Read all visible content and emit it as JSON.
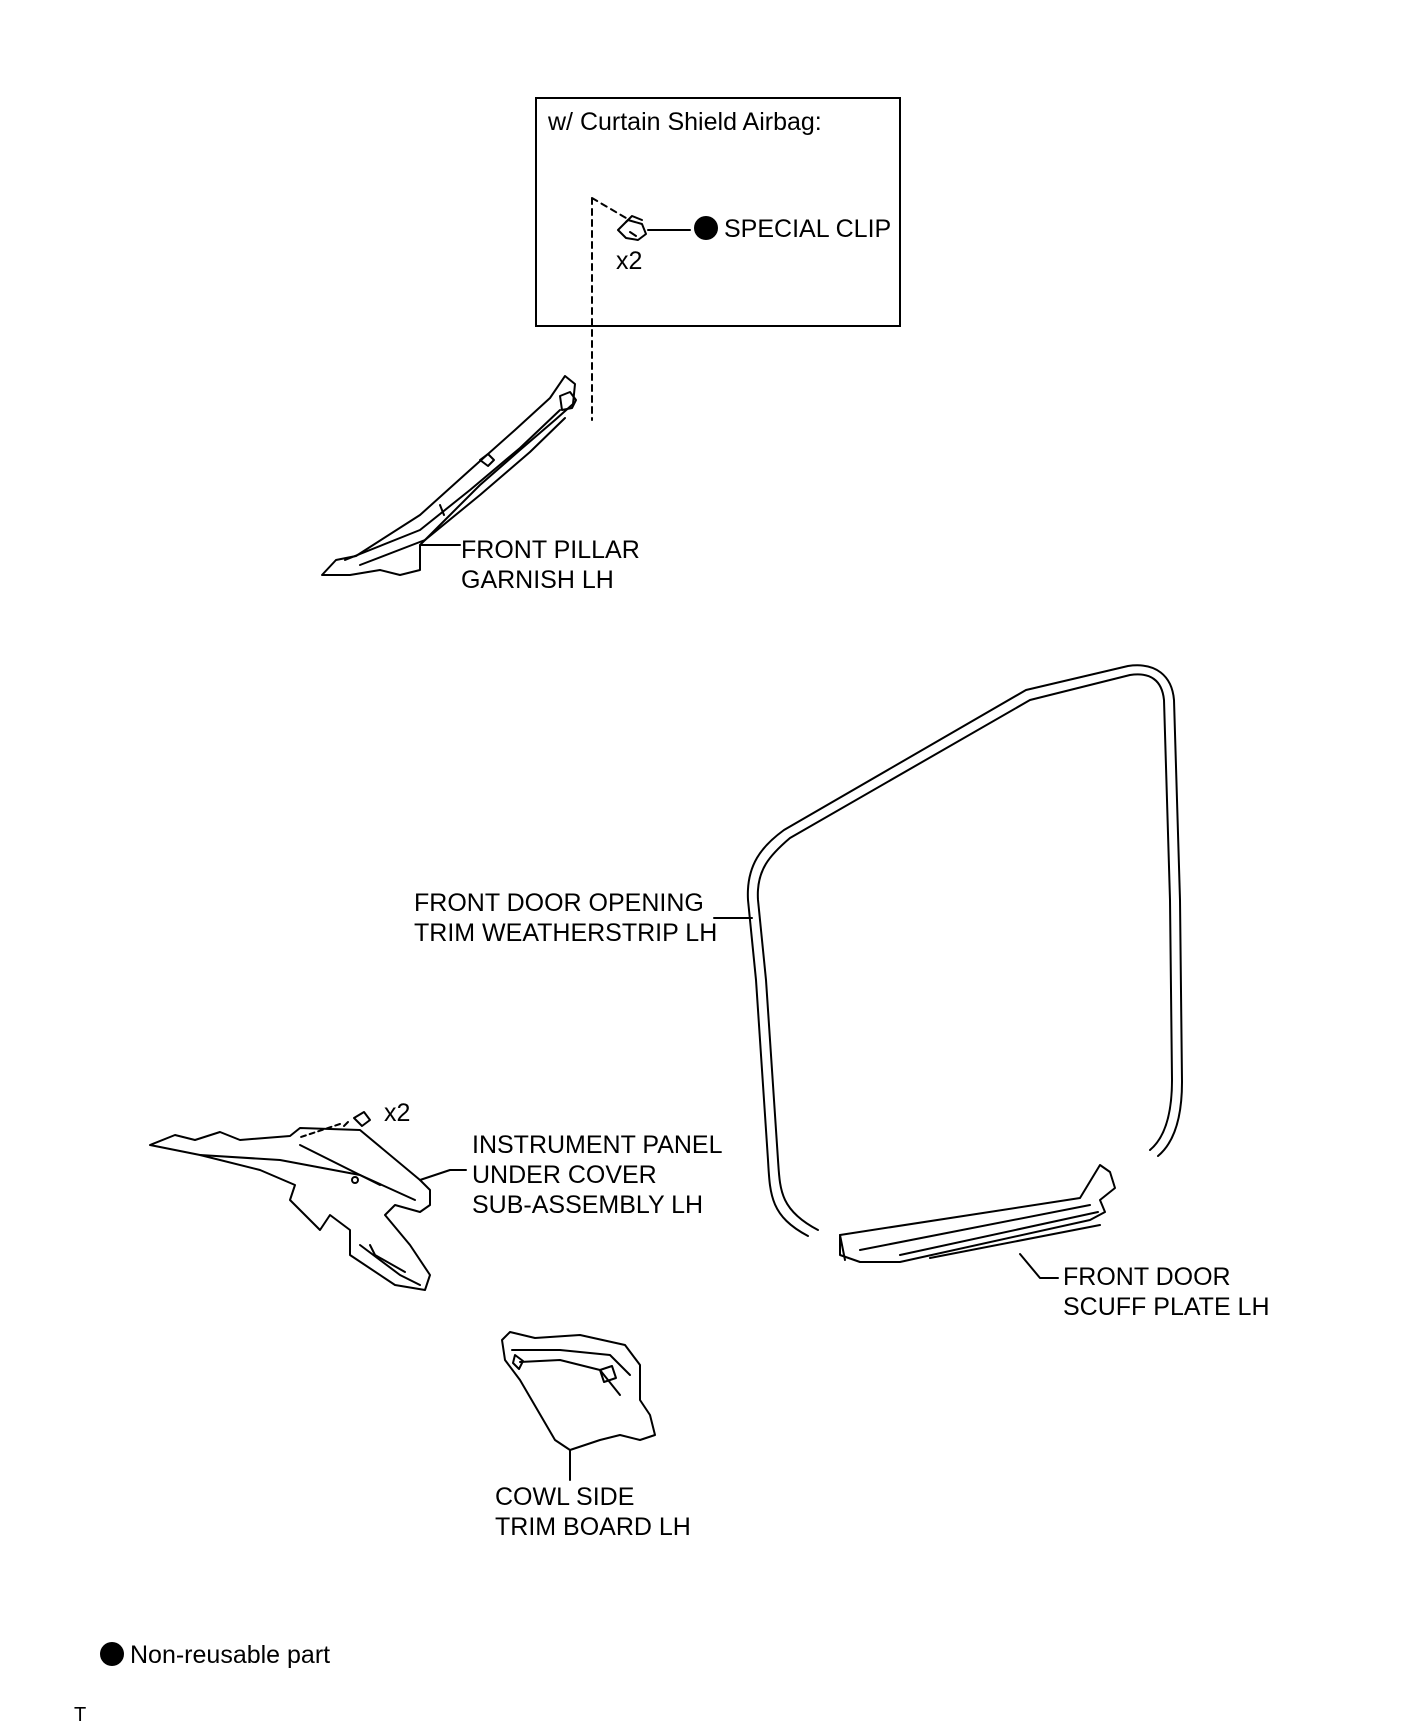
{
  "inset": {
    "title": "w/ Curtain Shield Airbag:",
    "clip_label": "SPECIAL CLIP",
    "clip_qty": "x2"
  },
  "parts": {
    "front_pillar_garnish": [
      "FRONT PILLAR",
      "GARNISH LH"
    ],
    "weatherstrip": [
      "FRONT DOOR OPENING",
      "TRIM WEATHERSTRIP LH"
    ],
    "under_cover": [
      "INSTRUMENT PANEL",
      "UNDER COVER",
      "SUB-ASSEMBLY LH"
    ],
    "under_cover_qty": "x2",
    "scuff_plate": [
      "FRONT DOOR",
      "SCUFF PLATE LH"
    ],
    "cowl_side": [
      "COWL SIDE",
      "TRIM BOARD LH"
    ]
  },
  "legend": {
    "non_reusable": "Non-reusable part"
  },
  "footer_mark": "T",
  "icons": {
    "bullet": "filled-circle-icon",
    "clip": "special-clip-icon",
    "screw": "screw-icon"
  }
}
